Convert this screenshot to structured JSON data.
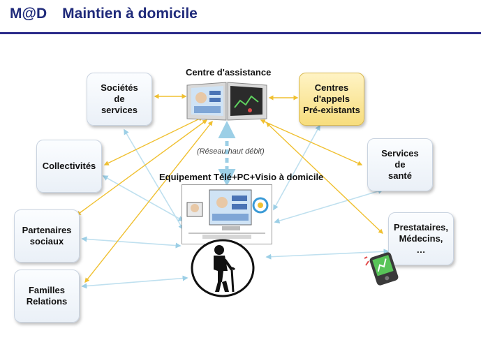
{
  "header": {
    "brand": "M@D",
    "title": "Maintien à domicile"
  },
  "center": {
    "assistance_label": "Centre d'assistance",
    "network_label": "(Réseau haut débit)",
    "equipment_label": "Equipement Télé+PC+Visio à domicile"
  },
  "nodes": {
    "societes": "Sociétés\nde\nservices",
    "centres_appels": "Centres\nd'appels\nPré-existants",
    "collectivites": "Collectivités",
    "services_sante": "Services\nde\nsanté",
    "partenaires": "Partenaires\nsociaux",
    "prestataires": "Prestataires,\nMédecins,\n…",
    "familles": "Familles\nRelations"
  },
  "colors": {
    "title": "#1f2a7a",
    "yellow_link": "#f0c030",
    "blue_link": "#9ccfe6",
    "yellow_box": "#f7dd7d"
  },
  "icons": [
    "computer-screens-icon",
    "tv-pc-visio-icon",
    "elderly-person-icon",
    "pda-device-icon"
  ]
}
